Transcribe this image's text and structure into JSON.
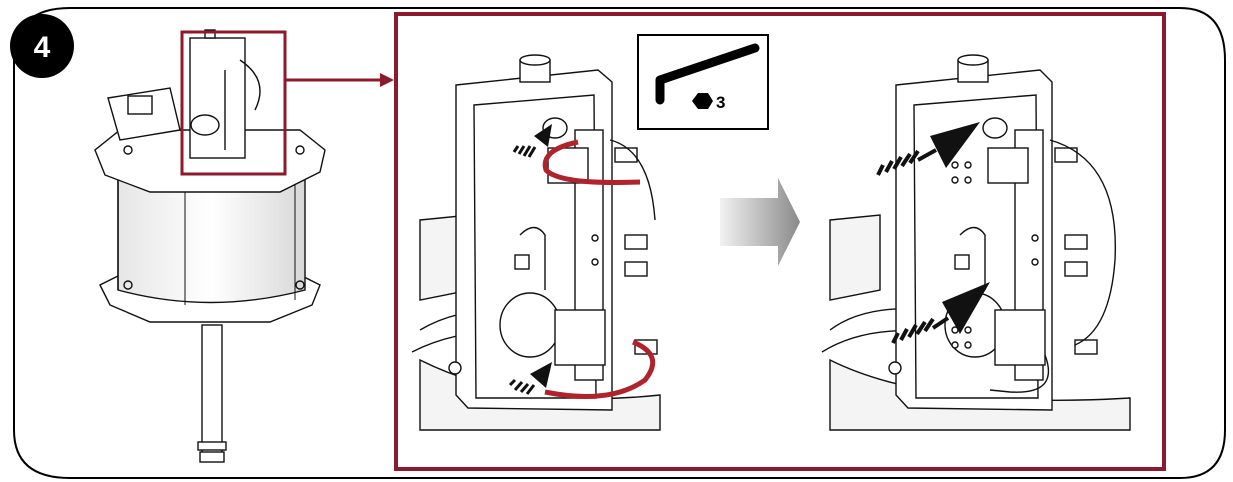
{
  "step": {
    "number": "4"
  },
  "tool": {
    "name": "hex-key",
    "size": "3"
  },
  "colors": {
    "frame": "#8b1a2e",
    "hose": "#b0232d",
    "badge": "#000000",
    "line": "#111111",
    "arrow_gradient_start": "#f2f2f2",
    "arrow_gradient_end": "#8a8a8a"
  }
}
